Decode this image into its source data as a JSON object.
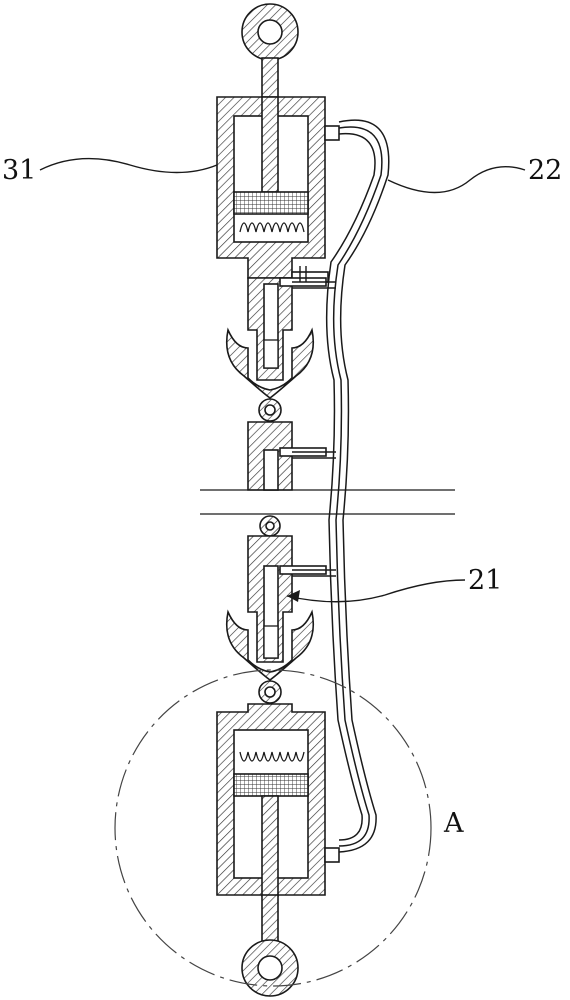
{
  "labels": {
    "cylinder": "31",
    "tube": "22",
    "chamber": "21",
    "detail_view": "A"
  },
  "colors": {
    "line": "#1a1a1a",
    "hatch": "#555555",
    "background": "#ffffff"
  }
}
